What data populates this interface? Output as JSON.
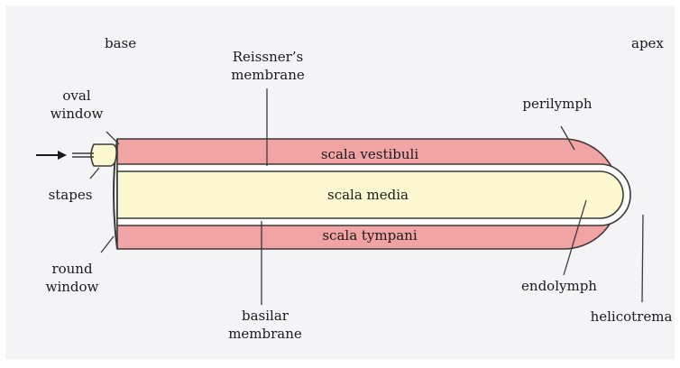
{
  "labels": {
    "base": "base",
    "apex": "apex",
    "reissner_line1": "Reissner’s",
    "reissner_line2": "membrane",
    "oval_line1": "oval",
    "oval_line2": "window",
    "perilymph": "perilymph",
    "scala_vestibuli": "scala vestibuli",
    "scala_media": "scala media",
    "scala_tympani": "scala tympani",
    "stapes": "stapes",
    "round_line1": "round",
    "round_line2": "window",
    "endolymph": "endolymph",
    "basilar_line1": "basilar",
    "basilar_line2": "membrane",
    "helicotrema": "helicotrema"
  },
  "colors": {
    "background": "#ffffff",
    "panel": "#f4f4f6",
    "perilymph_fill": "#f2a3a3",
    "endolymph_fill": "#fbf8cf",
    "outline": "#3a3a3a",
    "membrane_white": "#ffffff"
  }
}
